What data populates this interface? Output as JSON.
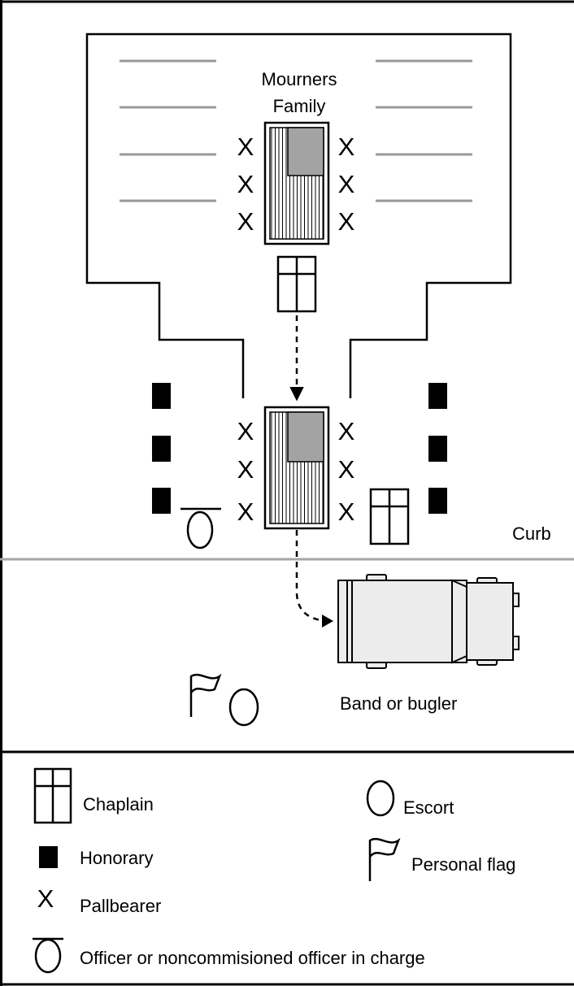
{
  "labels": {
    "mourners": "Mourners",
    "family": "Family",
    "curb": "Curb",
    "band": "Band or bugler"
  },
  "pallbearer_mark": "X",
  "legend": {
    "chaplain": "Chaplain",
    "escort": "Escort",
    "honorary": "Honorary",
    "personal_flag": "Personal flag",
    "pallbearer": "Pallbearer",
    "officer": "Officer or noncommisioned officer in charge"
  },
  "colors": {
    "ink": "#000000",
    "seat_line": "#999999",
    "curb_line": "#a6a6a6",
    "flag_field": "#a3a3a3",
    "hearse_body": "#ececec"
  },
  "icons": [
    "chaplain-icon",
    "honorary-icon",
    "pallbearer-icon",
    "officer-icon",
    "escort-icon",
    "personal-flag-icon",
    "casket-icon",
    "hearse-icon"
  ]
}
